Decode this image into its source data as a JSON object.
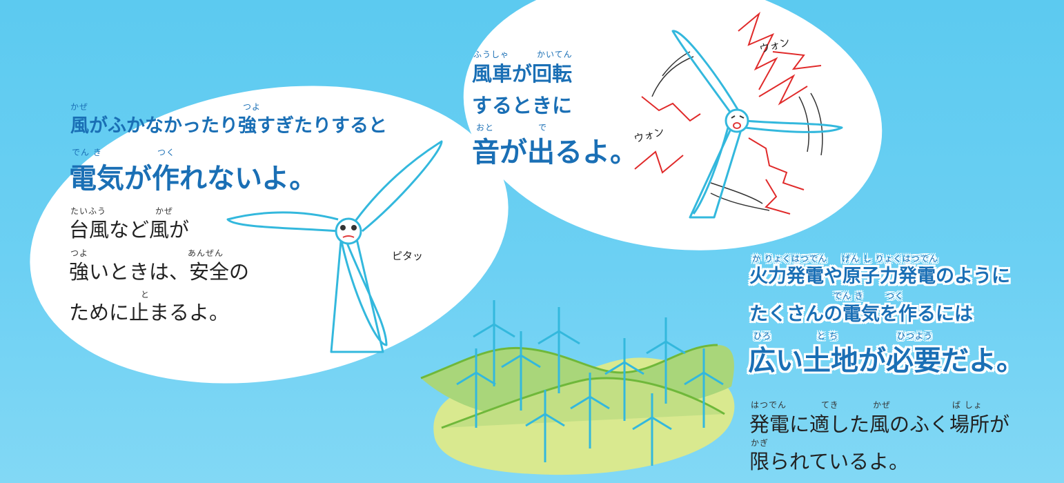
{
  "left_bubble": {
    "line1": "風がふかなかったり強すぎたりすると",
    "line1_ruby": [
      "かぜ",
      "つよ"
    ],
    "line2": "電気が作れないよ。",
    "line2_ruby": [
      "でん き",
      "つく"
    ],
    "body": [
      "台風など風が",
      "強いときは、安全の",
      "ために止まるよ。"
    ],
    "body_ruby": [
      "たいふう",
      "かぜ",
      "つよ",
      "あんぜん",
      "と"
    ],
    "sfx": "ピタッ"
  },
  "right_bubble": {
    "lines": [
      "風車が回転",
      "するときに"
    ],
    "lines_ruby": [
      "ふうしゃ",
      "かいてん"
    ],
    "headline": "音が出るよ。",
    "headline_ruby": [
      "おと",
      "で"
    ],
    "sfx": [
      "ウォン",
      "ウォン"
    ]
  },
  "bottom_text": {
    "lines": [
      "火力発電や原子力発電のように",
      "たくさんの電気を作るには"
    ],
    "lines_ruby": [
      "か りょくはつでん",
      "げん し りょくはつでん",
      "でん き",
      "つく"
    ],
    "headline": "広い土地が必要だよ。",
    "headline_ruby": [
      "ひろ",
      "と ち",
      "ひつよう"
    ],
    "body": [
      "発電に適した風のふく場所が",
      "限られているよ。"
    ],
    "body_ruby": [
      "はつでん",
      "てき",
      "かぜ",
      "ば しょ",
      "かぎ"
    ]
  },
  "colors": {
    "sky": "#5ccaf0",
    "bubble": "#ffffff",
    "text_blue": "#1a6fb5",
    "turbine": "#33b8dd",
    "hills": "#8fce5a",
    "island": "#d8e88a",
    "noise": "#e02a2a"
  }
}
